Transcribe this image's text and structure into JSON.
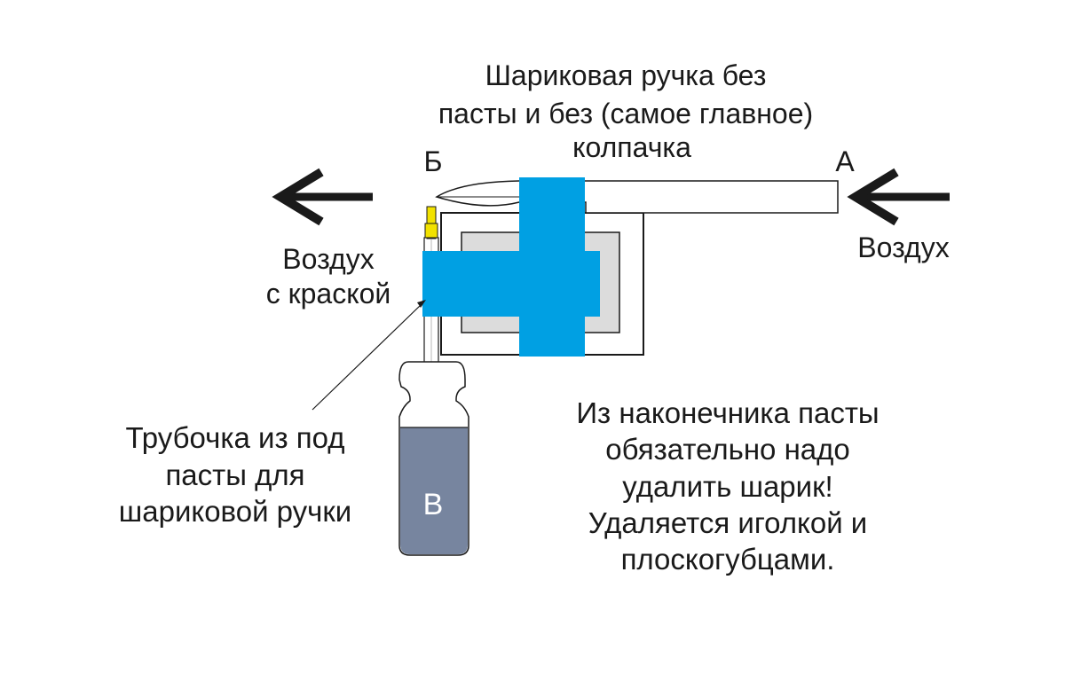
{
  "pen_caption": {
    "line1": "Шариковая ручка без",
    "line2": "пасты и без (самое главное)",
    "line3": "колпачка"
  },
  "label_a": "А",
  "label_b": "Б",
  "air_in_label": "Воздух",
  "air_out_label": {
    "line1": "Воздух",
    "line2": "с краской"
  },
  "tube_caption": {
    "line1": "Трубочка из под",
    "line2": "пасты для",
    "line3": "шариковой ручки"
  },
  "vial_label": "В",
  "note": {
    "line1": "Из наконечника пасты",
    "line2": "обязательно надо",
    "line3": "удалить шарик!",
    "line4": "Удаляется иголкой и",
    "line5": "плоскогубцами."
  },
  "colors": {
    "tape": "#00a0e3",
    "liquid": "#77859f",
    "tip": "#f2e200",
    "frame_inner": "#dcdcdc",
    "ink": "#1a1a1a"
  },
  "icons": [
    "arrow-left-icon",
    "arrow-left-icon"
  ]
}
